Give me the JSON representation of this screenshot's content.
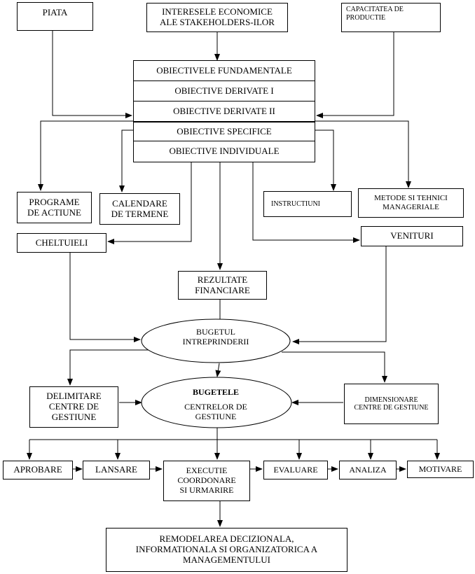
{
  "inputs": {
    "piata": "PIATA",
    "interese": "INTERESELE ECONOMICE\nALE  STAKEHOLDERS-ILOR",
    "capacitate": "CAPACITATEA DE\nPRODUCTIE"
  },
  "objectives": {
    "fundamentale": "OBIECTIVELE FUNDAMENTALE",
    "derivate_1": "OBIECTIVE DERIVATE I",
    "derivate_2": "OBIECTIVE DERIVATE II",
    "specifice": "OBIECTIVE SPECIFICE",
    "individuale": "OBIECTIVE INDIVIDUALE"
  },
  "tools": {
    "programe": "PROGRAME\nDE ACTIUNE",
    "calendare": "CALENDARE\nDE TERMENE",
    "instructiuni": "INSTRUCTIUNI",
    "metode": "METODE SI TEHNICI\nMANAGERIALE"
  },
  "finance": {
    "cheltuieli": "CHELTUIELI",
    "venituri": "VENITURI",
    "rezultate": "REZULTATE\nFINANCIARE"
  },
  "budgets": {
    "bugetul": "BUGETUL\nINTREPRINDERII",
    "bugetele_title": "BUGETELE",
    "bugetele_sub": "CENTRELOR DE\nGESTIUNE",
    "delimitare": "DELIMITARE\nCENTRE DE\nGESTIUNE",
    "dimensionare": "DIMENSIONARE\nCENTRE DE GESTIUNE"
  },
  "stages": {
    "aprobare": "APROBARE",
    "lansare": "LANSARE",
    "executie": "EXECUTIE\nCOORDONARE\nSI URMARIRE",
    "evaluare": "EVALUARE",
    "analiza": "ANALIZA",
    "motivare": "MOTIVARE"
  },
  "remodelare": "REMODELAREA DECIZIONALA,\nINFORMATIONALA SI ORGANIZATORICA A\nMANAGEMENTULUI"
}
